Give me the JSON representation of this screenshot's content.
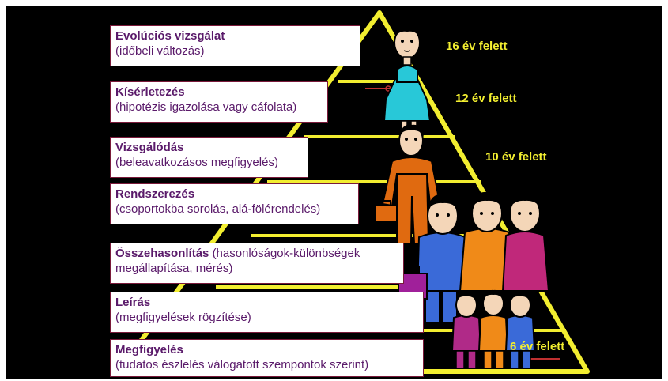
{
  "levels": [
    {
      "title": "Evolúciós vizsgálat",
      "desc": "(időbeli változás)"
    },
    {
      "title": "Kísérletezés",
      "desc": "(hipotézis igazolása vagy cáfolata)"
    },
    {
      "title": "Vizsgálódás",
      "desc": "(beleavatkozásos megfigyelés)"
    },
    {
      "title": "Rendszerezés",
      "desc": "(csoportokba sorolás, alá-fölérendelés)"
    },
    {
      "title": "Összehasonlítás",
      "desc_inline": "(hasonlóságok-különbségek",
      "desc": "megállapítása, mérés)"
    },
    {
      "title": "Leírás",
      "desc": "(megfigyelések rögzítése)"
    },
    {
      "title": "Megfigyelés",
      "desc": "(tudatos észlelés válogatott szempontok szerint)"
    }
  ],
  "ages": [
    "16 év felett",
    "12 év felett",
    "10 év felett",
    "6 év felett"
  ],
  "colors": {
    "pyramid": "#f2ee30",
    "label_text": "#5a1a6a",
    "background": "#000000"
  }
}
